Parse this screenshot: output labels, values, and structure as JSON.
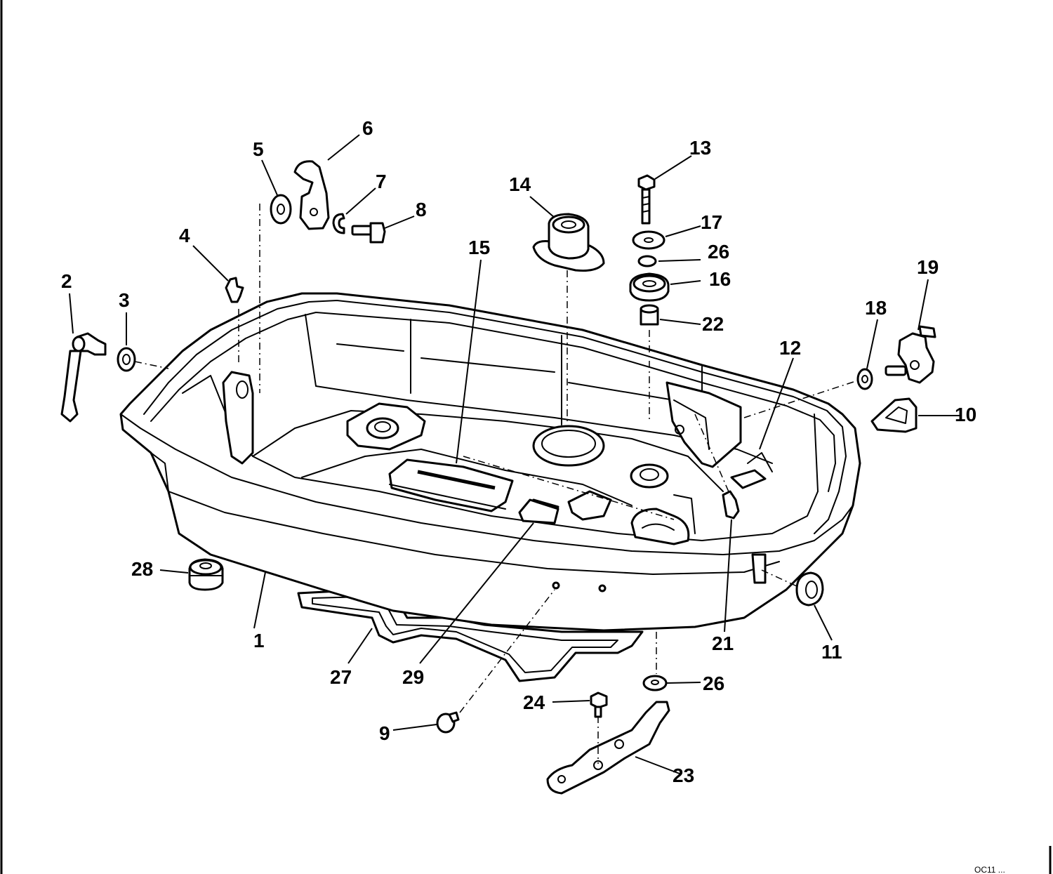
{
  "callouts": [
    {
      "id": "1",
      "text": "1"
    },
    {
      "id": "2",
      "text": "2"
    },
    {
      "id": "3",
      "text": "3"
    },
    {
      "id": "4",
      "text": "4"
    },
    {
      "id": "5",
      "text": "5"
    },
    {
      "id": "6",
      "text": "6"
    },
    {
      "id": "7",
      "text": "7"
    },
    {
      "id": "8",
      "text": "8"
    },
    {
      "id": "9",
      "text": "9"
    },
    {
      "id": "10",
      "text": "10"
    },
    {
      "id": "11",
      "text": "11"
    },
    {
      "id": "12",
      "text": "12"
    },
    {
      "id": "13",
      "text": "13"
    },
    {
      "id": "14",
      "text": "14"
    },
    {
      "id": "15",
      "text": "15"
    },
    {
      "id": "16",
      "text": "16"
    },
    {
      "id": "17",
      "text": "17"
    },
    {
      "id": "18",
      "text": "18"
    },
    {
      "id": "19",
      "text": "19"
    },
    {
      "id": "21",
      "text": "21"
    },
    {
      "id": "22",
      "text": "22"
    },
    {
      "id": "23",
      "text": "23"
    },
    {
      "id": "24",
      "text": "24"
    },
    {
      "id": "26a",
      "text": "26"
    },
    {
      "id": "26b",
      "text": "26"
    },
    {
      "id": "27",
      "text": "27"
    },
    {
      "id": "28",
      "text": "28"
    },
    {
      "id": "29",
      "text": "29"
    }
  ],
  "footer_code": "OC11 ..."
}
